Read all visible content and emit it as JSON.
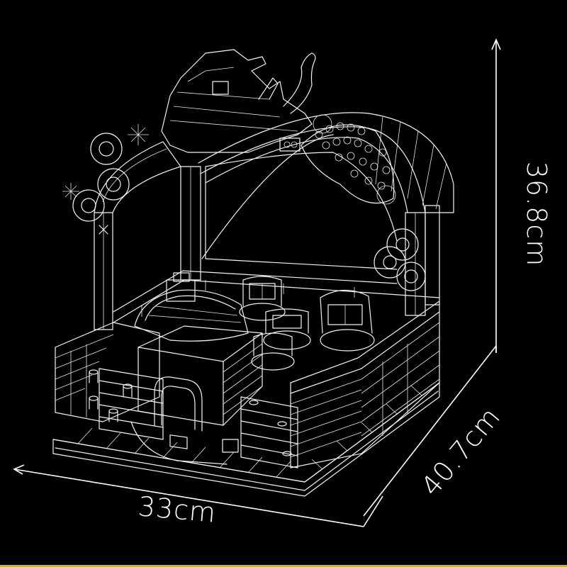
{
  "figure": {
    "subject": "brick-built bumper car carnival ride with dragon arch",
    "background_color": "#000000",
    "line_color": "#f2f2f2",
    "accent_strip_color": "#d9a24e"
  },
  "dimensions": {
    "height": {
      "label": "36.8cm",
      "value": 36.8,
      "unit": "cm",
      "orientation": "vertical"
    },
    "depth": {
      "label": "40.7cm",
      "value": 40.7,
      "unit": "cm",
      "orientation": "diagonal"
    },
    "width": {
      "label": "33cm",
      "value": 33,
      "unit": "cm",
      "orientation": "horizontal"
    }
  }
}
